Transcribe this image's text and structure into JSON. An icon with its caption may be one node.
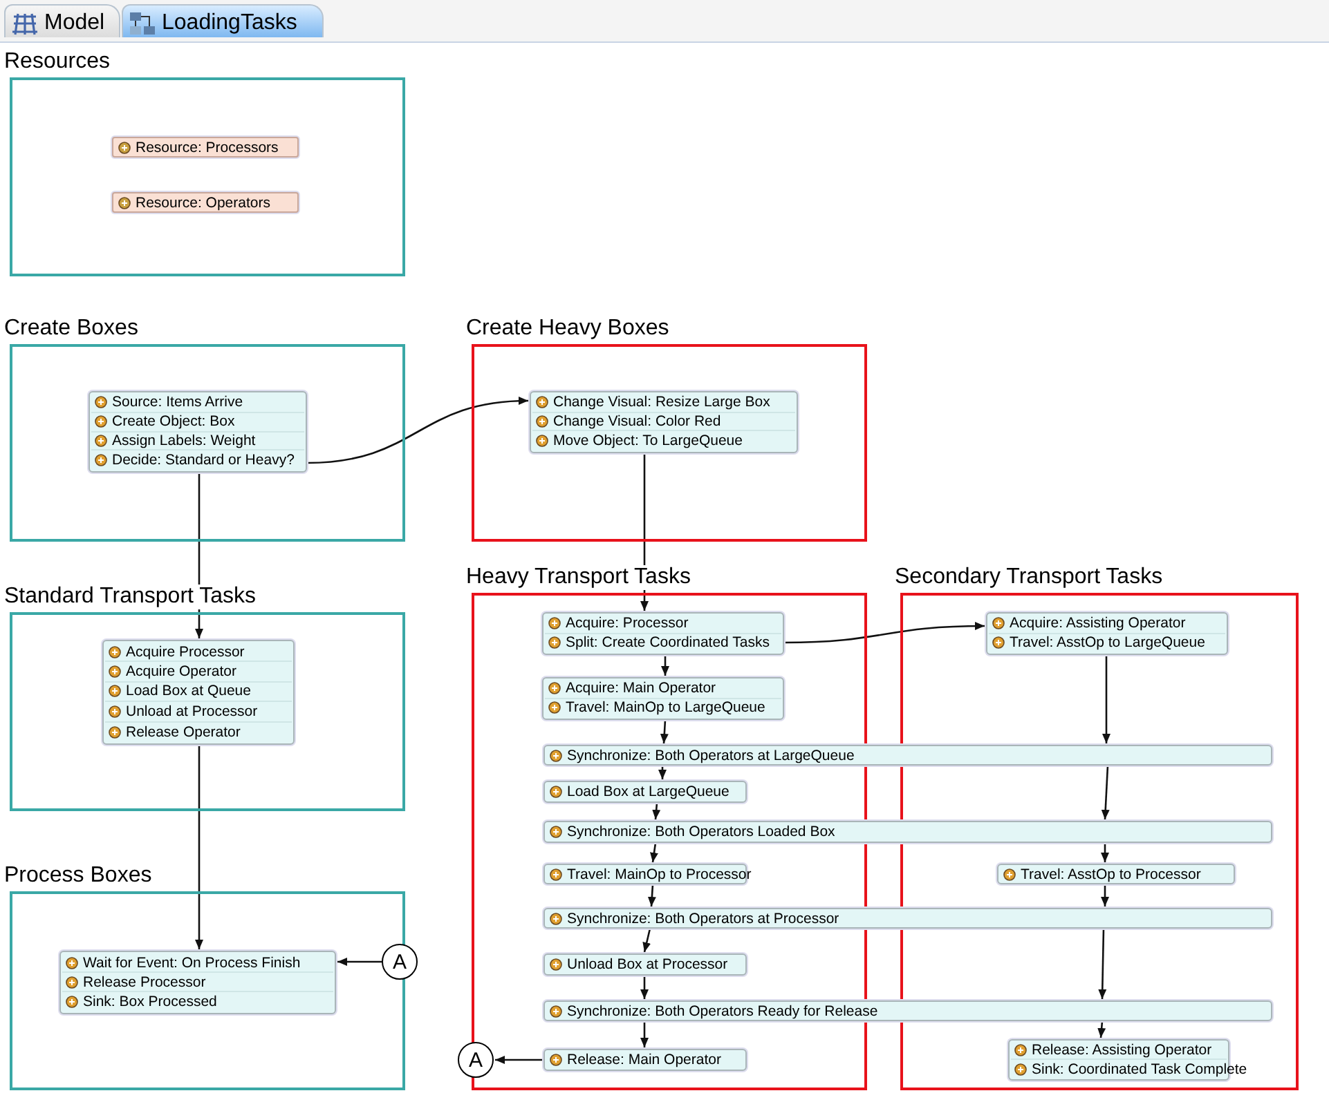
{
  "diagram": {
    "nodes": [
      {
        "text": [
          "Resources"
        ]
      },
      {
        "text": [
          "Resource: Processors"
        ],
        "in": 0
      },
      {
        "text": [
          "Resource: Operators"
        ],
        "in": 0
      },
      {
        "text": [
          "Create Boxes"
        ]
      },
      {
        "text": [
          "Source: Items Arrive",
          "Create Object: Box",
          "Assign Labels: Weight",
          "Decide: Standard or Heavy?"
        ],
        "in": 3
      },
      {
        "text": [
          "Create Heavy Boxes"
        ]
      },
      {
        "text": [
          "Change Visual: Resize Large Box",
          "Change Visual: Color Red",
          "Move Object: To LargeQueue"
        ],
        "in": 5
      },
      {
        "text": [
          "Standard Transport Tasks"
        ]
      },
      {
        "text": [
          "Acquire Processor",
          "Acquire Operator",
          "Load Box at Queue",
          "Unload at Processor",
          "Release Operator"
        ],
        "in": 7
      },
      {
        "text": [
          "Process Boxes"
        ]
      },
      {
        "text": [
          "Wait for Event: On Process Finish",
          "Release Processor",
          "Sink: Box Processed"
        ],
        "in": 9
      },
      {
        "text": [
          "A"
        ]
      },
      {
        "text": [
          "Heavy Transport Tasks"
        ]
      },
      {
        "text": [
          "Secondary Transport Tasks"
        ]
      },
      {
        "text": [
          "Acquire: Processor",
          "Split: Create Coordinated Tasks"
        ],
        "in": 12
      },
      {
        "text": [
          "Acquire: Assisting Operator",
          "Travel: AsstOp to LargeQueue"
        ],
        "in": 13
      },
      {
        "text": [
          "Acquire: Main Operator",
          "Travel: MainOp to LargeQueue"
        ],
        "in": 12
      },
      {
        "text": [
          "Synchronize: Both Operators at LargeQueue"
        ]
      },
      {
        "text": [
          "Load Box at LargeQueue"
        ],
        "in": 12
      },
      {
        "text": [
          "Synchronize: Both Operators Loaded Box"
        ]
      },
      {
        "text": [
          "Travel: MainOp to Processor"
        ],
        "in": 12
      },
      {
        "text": [
          "Travel: AsstOp to Processor"
        ],
        "in": 13
      },
      {
        "text": [
          "Synchronize: Both Operators at Processor"
        ]
      },
      {
        "text": [
          "Unload Box at Processor"
        ],
        "in": 12
      },
      {
        "text": [
          "Synchronize: Both Operators Ready for Release"
        ]
      },
      {
        "text": [
          "Release: Main Operator"
        ],
        "in": 12
      },
      {
        "text": [
          "Release: Assisting Operator",
          "Sink: Coordinated Task Complete"
        ],
        "in": 13
      },
      {
        "text": [
          "A"
        ]
      }
    ],
    "edges": [
      {
        "from": 4,
        "to": 6,
        "arrow": "to"
      },
      {
        "from": 4,
        "to": 8,
        "arrow": "to"
      },
      {
        "from": 8,
        "to": 10,
        "arrow": "to"
      },
      {
        "from": 11,
        "to": 10,
        "arrow": "to"
      },
      {
        "from": 6,
        "to": 14,
        "arrow": "to"
      },
      {
        "from": 14,
        "to": 15,
        "arrow": "to"
      },
      {
        "from": 14,
        "to": 16,
        "arrow": "to"
      },
      {
        "from": 16,
        "to": 17,
        "arrow": "to"
      },
      {
        "from": 15,
        "to": 17,
        "arrow": "to"
      },
      {
        "from": 17,
        "to": 18,
        "arrow": "to"
      },
      {
        "from": 18,
        "to": 19,
        "arrow": "to"
      },
      {
        "from": 17,
        "to": 19,
        "arrow": "to"
      },
      {
        "from": 19,
        "to": 20,
        "arrow": "to"
      },
      {
        "from": 19,
        "to": 21,
        "arrow": "to"
      },
      {
        "from": 20,
        "to": 22,
        "arrow": "to"
      },
      {
        "from": 21,
        "to": 22,
        "arrow": "to"
      },
      {
        "from": 22,
        "to": 23,
        "arrow": "to"
      },
      {
        "from": 22,
        "to": 24,
        "arrow": "to"
      },
      {
        "from": 23,
        "to": 24,
        "arrow": "to"
      },
      {
        "from": 24,
        "to": 25,
        "arrow": "to"
      },
      {
        "from": 24,
        "to": 26,
        "arrow": "to"
      },
      {
        "from": 25,
        "to": 27,
        "arrow": "to"
      }
    ],
    "labels": [
      "Model",
      "LoadingTasks"
    ]
  }
}
